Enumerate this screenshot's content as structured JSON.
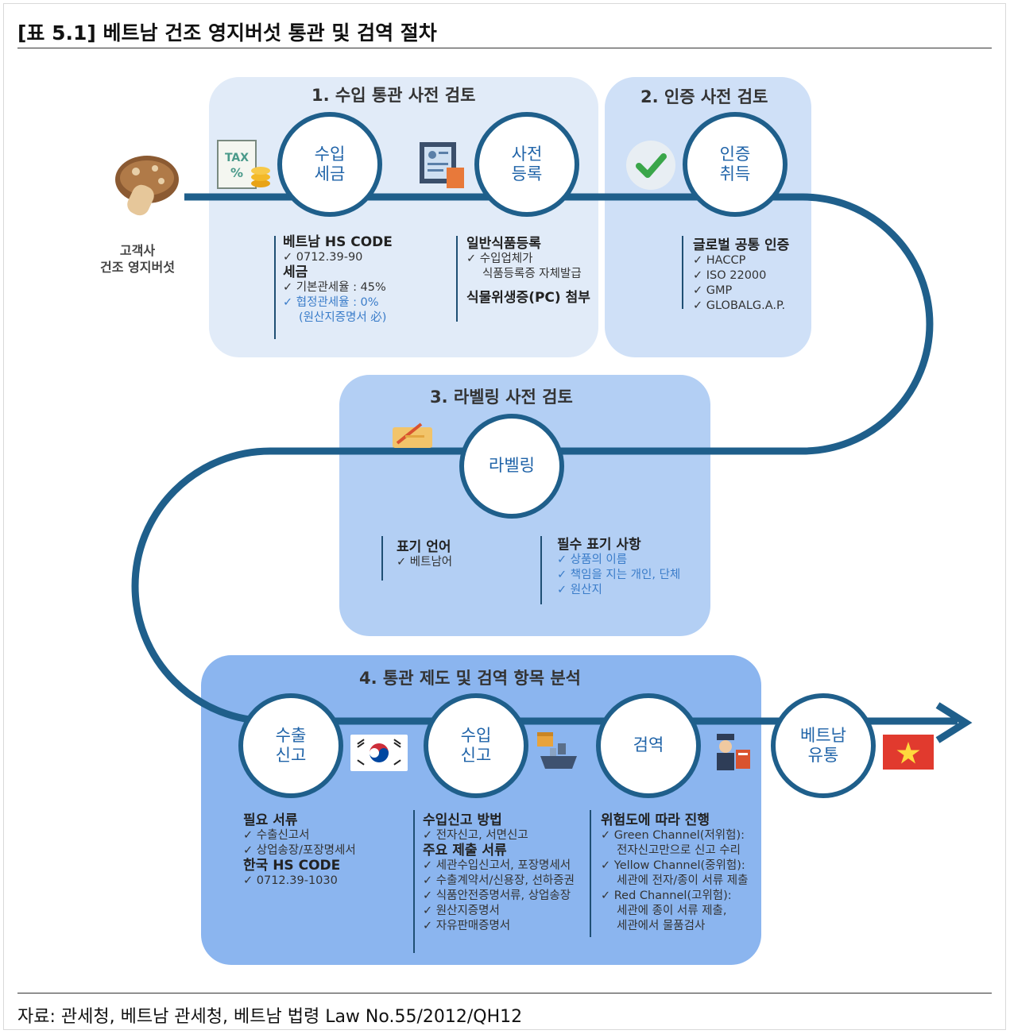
{
  "title": "[표 5.1] 베트남 건조 영지버섯 통관 및 검역 절차",
  "source": "자료: 관세청, 베트남 관세청, 베트남 법령 Law No.55/2012/QH12",
  "customer": "고객사\n건조 영지버섯",
  "colors": {
    "flow_line": "#1f5f8b",
    "circle_text": "#1f63a8",
    "highlight_text": "#3a7cc9"
  },
  "stages": [
    {
      "title": "1. 수입 통관 사전 검토",
      "steps": [
        {
          "label": "수입\n세금",
          "icon": "tax-document-icon",
          "notes": [
            {
              "text": "베트남 HS CODE",
              "style": "heading"
            },
            {
              "text": "✓ 0712.39-90",
              "style": "normal"
            },
            {
              "text": "세금",
              "style": "heading"
            },
            {
              "text": "✓ 기본관세율 : 45%",
              "style": "normal"
            },
            {
              "text": "✓ 협정관세율 : 0%",
              "style": "blue"
            },
            {
              "text": "(원산지증명서 必)",
              "style": "blue"
            }
          ]
        },
        {
          "label": "사전\n등록",
          "icon": "registration-form-icon",
          "notes": [
            {
              "text": "일반식품등록",
              "style": "heading"
            },
            {
              "text": "✓ 수입업체가",
              "style": "normal"
            },
            {
              "text": "식품등록증 자체발급",
              "style": "normal"
            },
            {
              "text": "식물위생증(PC) 첨부",
              "style": "heading"
            }
          ]
        }
      ]
    },
    {
      "title": "2. 인증 사전 검토",
      "steps": [
        {
          "label": "인증\n취득",
          "icon": "checkmark-icon",
          "notes": [
            {
              "text": "글로벌 공통 인증",
              "style": "heading"
            },
            {
              "text": "✓ HACCP",
              "style": "normal"
            },
            {
              "text": "✓ ISO 22000",
              "style": "normal"
            },
            {
              "text": "✓ GMP",
              "style": "normal"
            },
            {
              "text": "✓ GLOBALG.A.P.",
              "style": "normal"
            }
          ]
        }
      ]
    },
    {
      "title": "3. 라벨링 사전 검토",
      "steps": [
        {
          "label": "라벨링",
          "icon": "label-tag-icon",
          "notes_left": [
            {
              "text": "표기 언어",
              "style": "heading"
            },
            {
              "text": "✓ 베트남어",
              "style": "normal"
            }
          ],
          "notes_right": [
            {
              "text": "필수 표기 사항",
              "style": "heading"
            },
            {
              "text": "✓ 상품의 이름",
              "style": "blue"
            },
            {
              "text": "✓ 책임을 지는 개인, 단체",
              "style": "blue"
            },
            {
              "text": "✓ 원산지",
              "style": "blue"
            }
          ]
        }
      ]
    },
    {
      "title": "4. 통관 제도 및 검역 항목 분석",
      "steps": [
        {
          "label": "수출\n신고",
          "icon": "korea-flag-icon",
          "notes": [
            {
              "text": "필요 서류",
              "style": "heading"
            },
            {
              "text": "✓ 수출신고서",
              "style": "normal"
            },
            {
              "text": "✓ 상업송장/포장명세서",
              "style": "normal"
            },
            {
              "text": " ",
              "style": "normal"
            },
            {
              "text": "한국 HS CODE",
              "style": "heading"
            },
            {
              "text": "✓ 0712.39-1030",
              "style": "normal"
            }
          ]
        },
        {
          "label": "수입\n신고",
          "icon": "cargo-ship-icon",
          "notes": [
            {
              "text": "수입신고 방법",
              "style": "heading"
            },
            {
              "text": "✓ 전자신고, 서면신고",
              "style": "normal"
            },
            {
              "text": " ",
              "style": "normal"
            },
            {
              "text": "주요 제출 서류",
              "style": "heading"
            },
            {
              "text": "✓ 세관수입신고서, 포장명세서",
              "style": "normal"
            },
            {
              "text": "✓ 수출계약서/신용장, 선하증권",
              "style": "normal"
            },
            {
              "text": "✓ 식품안전증명서류, 상업송장",
              "style": "normal"
            },
            {
              "text": "✓ 원산지증명서",
              "style": "normal"
            },
            {
              "text": "✓ 자유판매증명서",
              "style": "normal"
            }
          ]
        },
        {
          "label": "검역",
          "icon": "customs-officer-icon",
          "notes": [
            {
              "text": "위험도에 따라 진행",
              "style": "heading"
            },
            {
              "text": "✓ Green Channel(저위험):",
              "style": "normal"
            },
            {
              "text": "전자신고만으로 신고 수리",
              "style": "normal"
            },
            {
              "text": "✓ Yellow Channel(중위험):",
              "style": "normal"
            },
            {
              "text": "세관에 전자/종이 서류 제출",
              "style": "normal"
            },
            {
              "text": "✓ Red Channel(고위험):",
              "style": "normal"
            },
            {
              "text": "세관에 종이 서류 제출,",
              "style": "normal"
            },
            {
              "text": "세관에서 물품검사",
              "style": "normal"
            }
          ]
        }
      ]
    }
  ],
  "final": {
    "label": "베트남\n유통",
    "icon": "vietnam-flag-icon"
  }
}
